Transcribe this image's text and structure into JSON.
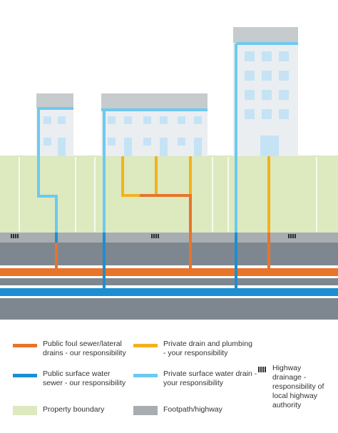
{
  "colors": {
    "public_foul": "#e8742a",
    "private_drain": "#f2b21c",
    "public_surface": "#1b8fd2",
    "private_surface": "#6ccaf0",
    "property": "#dde9bf",
    "footpath": "#a8adb2",
    "road": "#7e878f",
    "building": "#eaeef1",
    "roof": "#c6cbce",
    "window": "#c5e3f5",
    "grate": "#2b2f33"
  },
  "legend": {
    "public_foul": "Public foul sewer/lateral drains - our responsibility",
    "private_drain": "Private drain and plumbing - your responsibility",
    "highway_drainage": "Highway drainage - responsibility of local highway authority",
    "public_surface": "Public surface water sewer - our responsibility",
    "private_surface": "Private surface water drain - your responsibility",
    "property_boundary": "Property boundary",
    "footpath_highway": "Footpath/highway"
  }
}
